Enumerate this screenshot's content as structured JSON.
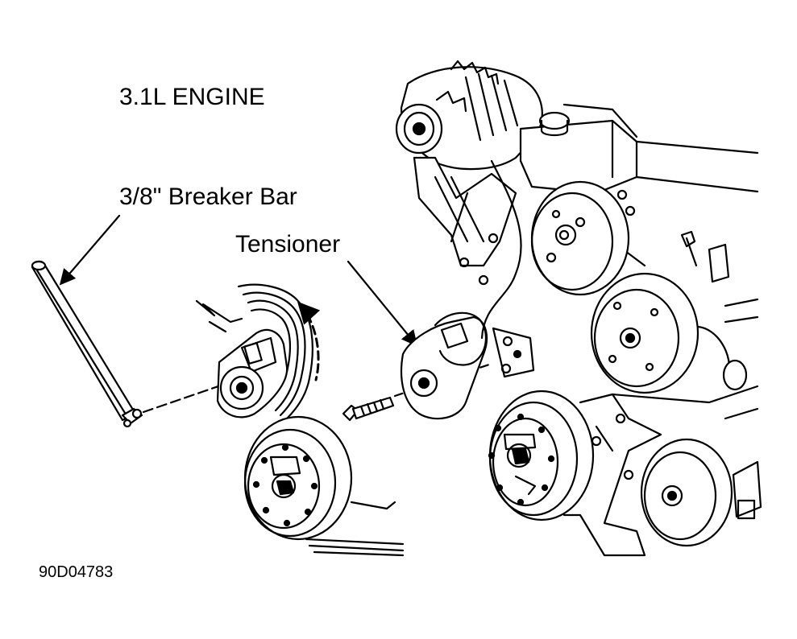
{
  "title": "3.1L ENGINE",
  "labels": {
    "breaker_bar": "3/8\" Breaker Bar",
    "tensioner": "Tensioner"
  },
  "figure_id": "90D04783"
}
